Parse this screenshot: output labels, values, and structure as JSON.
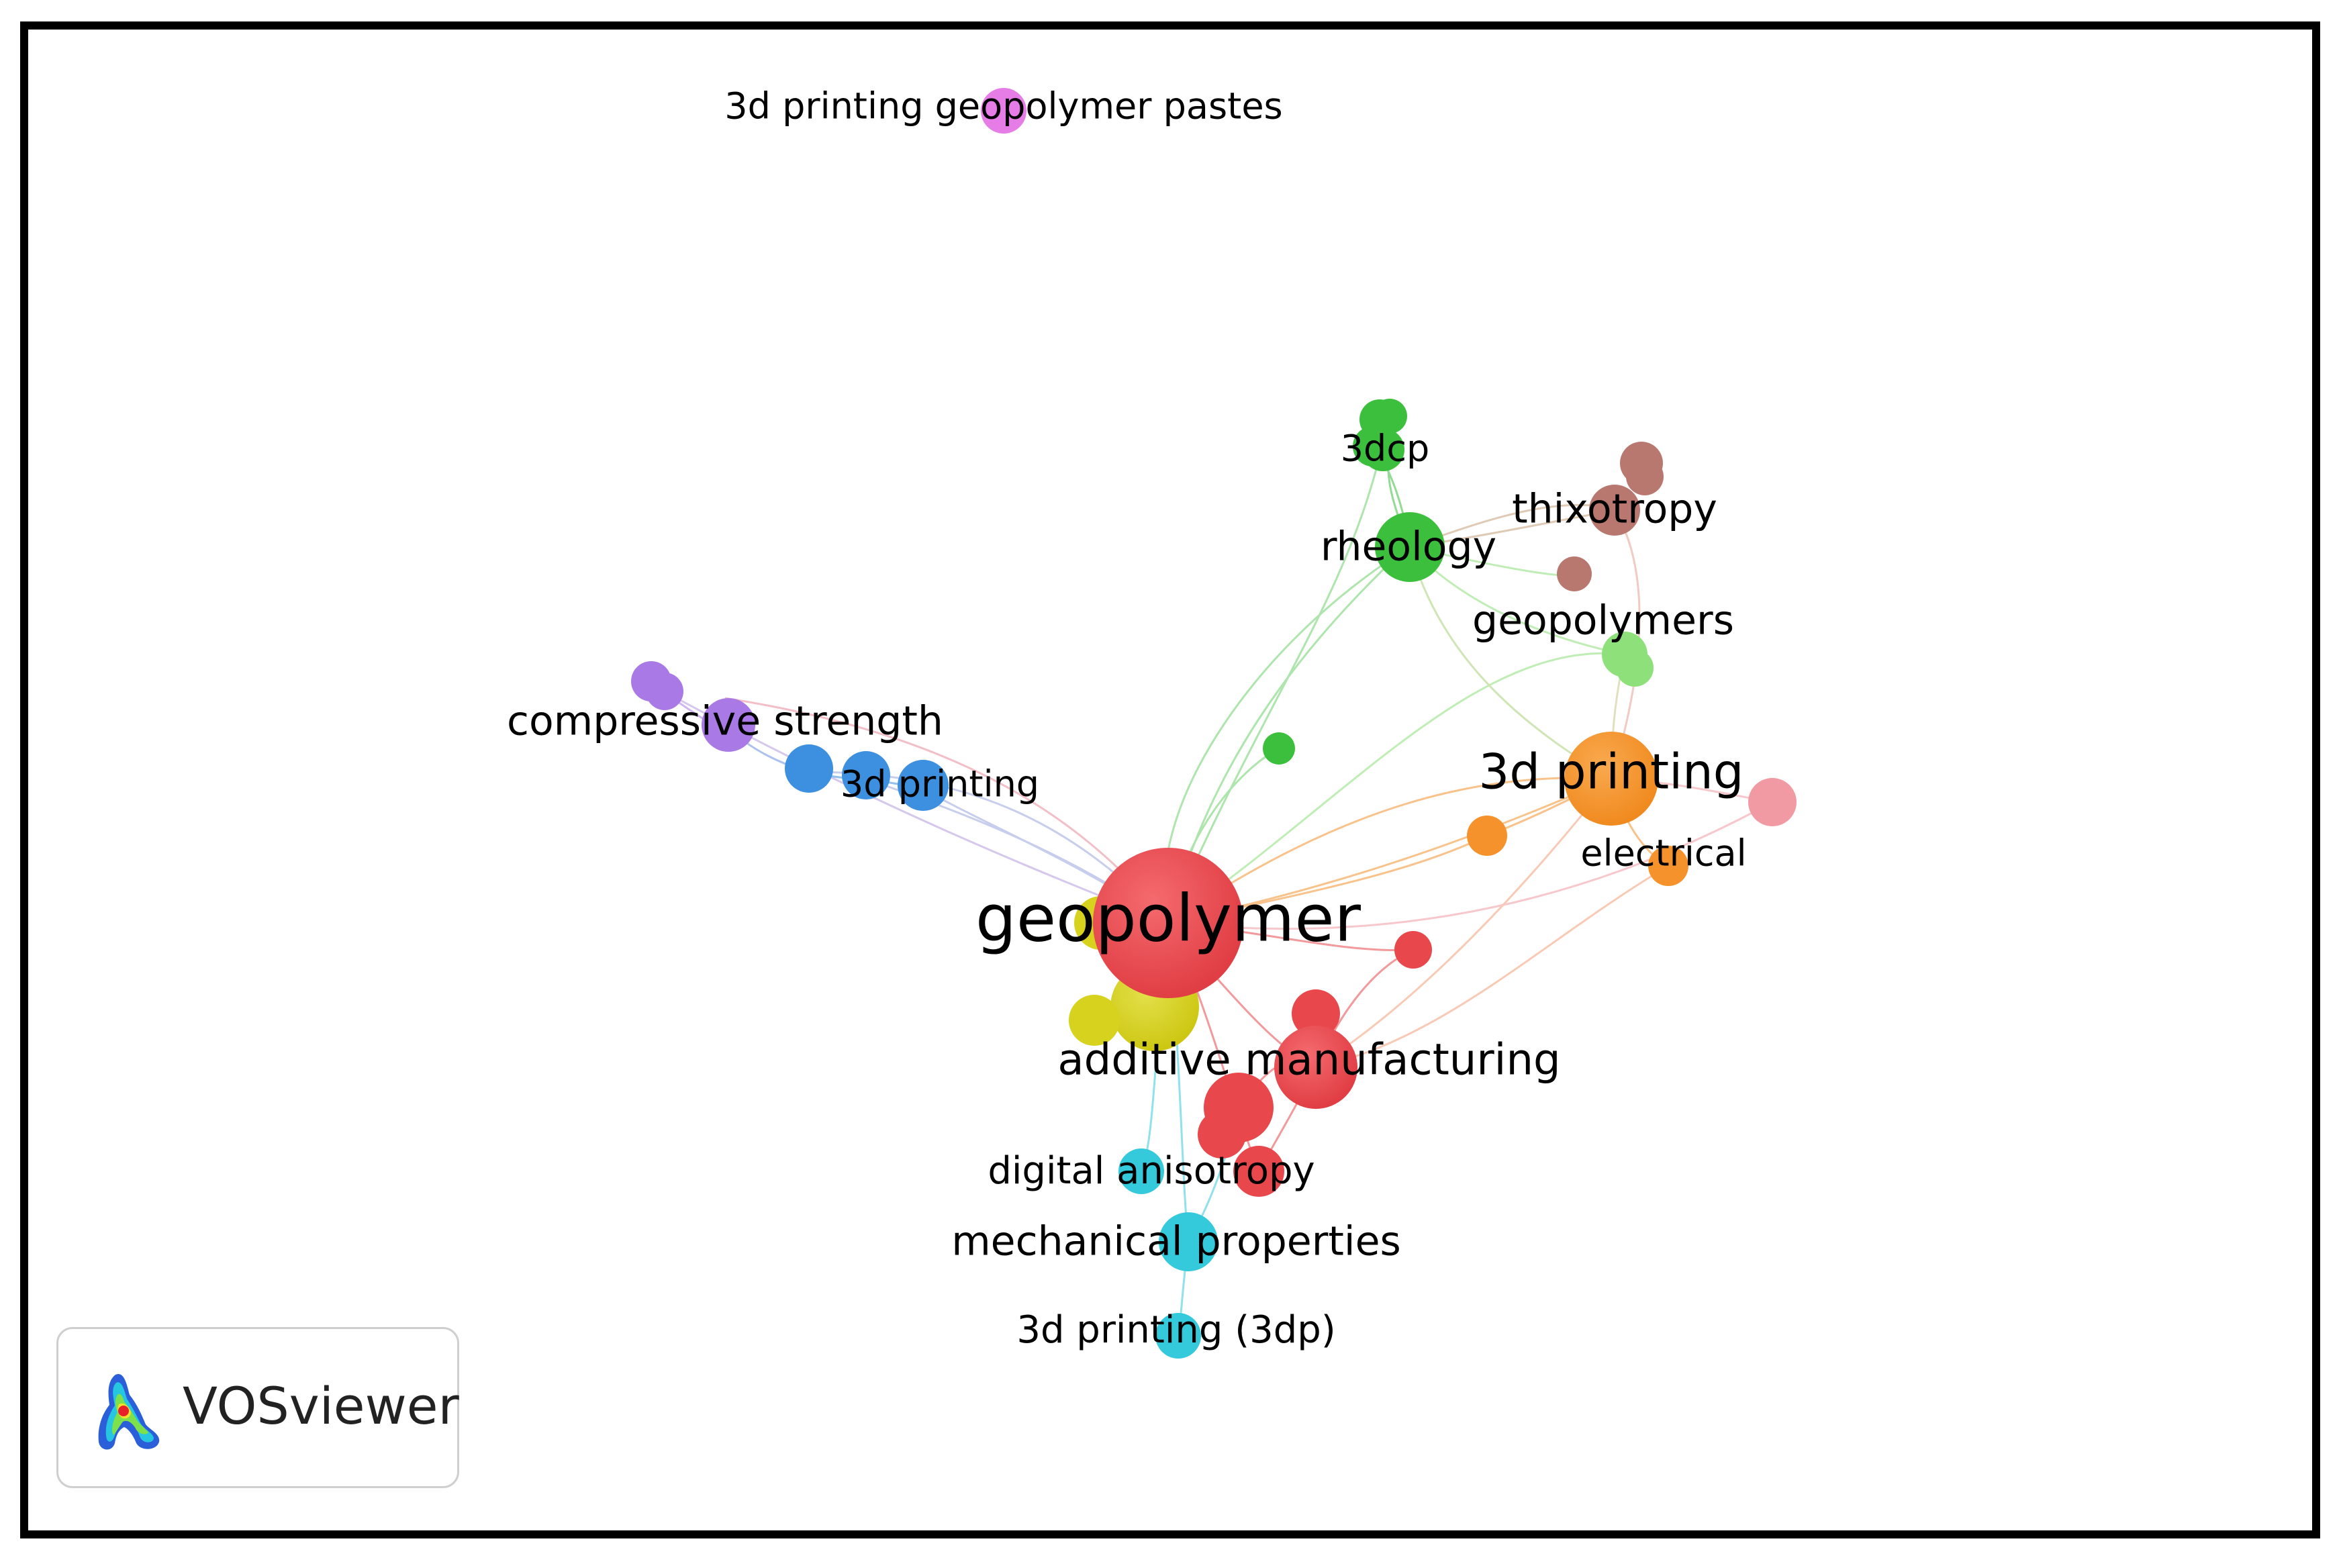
{
  "brand": {
    "name": "VOSviewer"
  },
  "colors": {
    "red": "#e8474c",
    "yellow": "#d6d21e",
    "green": "#3cbf3c",
    "lightgreen": "#8ee07a",
    "brown": "#b9786f",
    "orange": "#f5922b",
    "pink": "#f29aa4",
    "blue": "#3d8fe0",
    "purple": "#a97ae6",
    "cyan": "#35c9dc",
    "magenta": "#e67de6"
  },
  "nodes": [
    {
      "id": "geopolymer",
      "label": "geopolymer",
      "cluster": "red"
    },
    {
      "id": "additive-manufacturing",
      "label": "additive manufacturing",
      "cluster": "red"
    },
    {
      "id": "3d-printing-orange",
      "label": "3d printing",
      "cluster": "orange"
    },
    {
      "id": "electrical",
      "label": "electrical",
      "cluster": "orange"
    },
    {
      "id": "rheology",
      "label": "rheology",
      "cluster": "green"
    },
    {
      "id": "3dcp",
      "label": "3dcp",
      "cluster": "green"
    },
    {
      "id": "thixotropy",
      "label": "thixotropy",
      "cluster": "brown"
    },
    {
      "id": "geopolymers",
      "label": "geopolymers",
      "cluster": "lightgreen"
    },
    {
      "id": "compressive-strength",
      "label": "compressive strength",
      "cluster": "purple"
    },
    {
      "id": "3d-printing-blue",
      "label": "3d printing",
      "cluster": "blue"
    },
    {
      "id": "digital-anisotropy",
      "label": "digital anisotropy",
      "cluster": "cyan"
    },
    {
      "id": "mechanical-properties",
      "label": "mechanical properties",
      "cluster": "cyan"
    },
    {
      "id": "3d-printing-3dp",
      "label": "3d printing (3dp)",
      "cluster": "cyan"
    },
    {
      "id": "3d-printing-geopolymer-pastes",
      "label": "3d printing geopolymer pastes",
      "cluster": "magenta"
    }
  ]
}
